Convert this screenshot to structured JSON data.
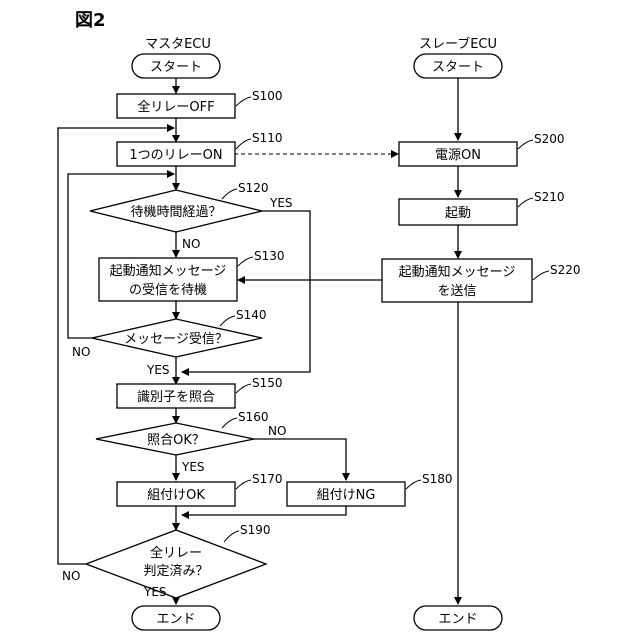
{
  "figure_label": "図2",
  "columns": {
    "master": "マスタECU",
    "slave": "スレーブECU"
  },
  "master": {
    "start": "スタート",
    "s100": {
      "label": "全リレーOFF",
      "step": "S100"
    },
    "s110": {
      "label": "1つのリレーON",
      "step": "S110"
    },
    "s120": {
      "label": "待機時間経過？",
      "step": "S120"
    },
    "s130": {
      "line1": "起動通知メッセージ",
      "line2": "の受信を待機",
      "step": "S130"
    },
    "s140": {
      "label": "メッセージ受信？",
      "step": "S140"
    },
    "s150": {
      "label": "識別子を照合",
      "step": "S150"
    },
    "s160": {
      "label": "照合OK？",
      "step": "S160"
    },
    "s170": {
      "label": "組付けOK",
      "step": "S170"
    },
    "s180": {
      "label": "組付けNG",
      "step": "S180"
    },
    "s190": {
      "line1": "全リレー",
      "line2": "判定済み？",
      "step": "S190"
    },
    "end": "エンド"
  },
  "slave": {
    "start": "スタート",
    "s200": {
      "label": "電源ON",
      "step": "S200"
    },
    "s210": {
      "label": "起動",
      "step": "S210"
    },
    "s220": {
      "line1": "起動通知メッセージ",
      "line2": "を送信",
      "step": "S220"
    },
    "end": "エンド"
  },
  "branch_labels": {
    "s120_yes": "YES",
    "s120_no": "NO",
    "s140_yes": "YES",
    "s140_no": "NO",
    "s160_yes": "YES",
    "s160_no": "NO",
    "s190_yes": "YES",
    "s190_no": "NO"
  }
}
